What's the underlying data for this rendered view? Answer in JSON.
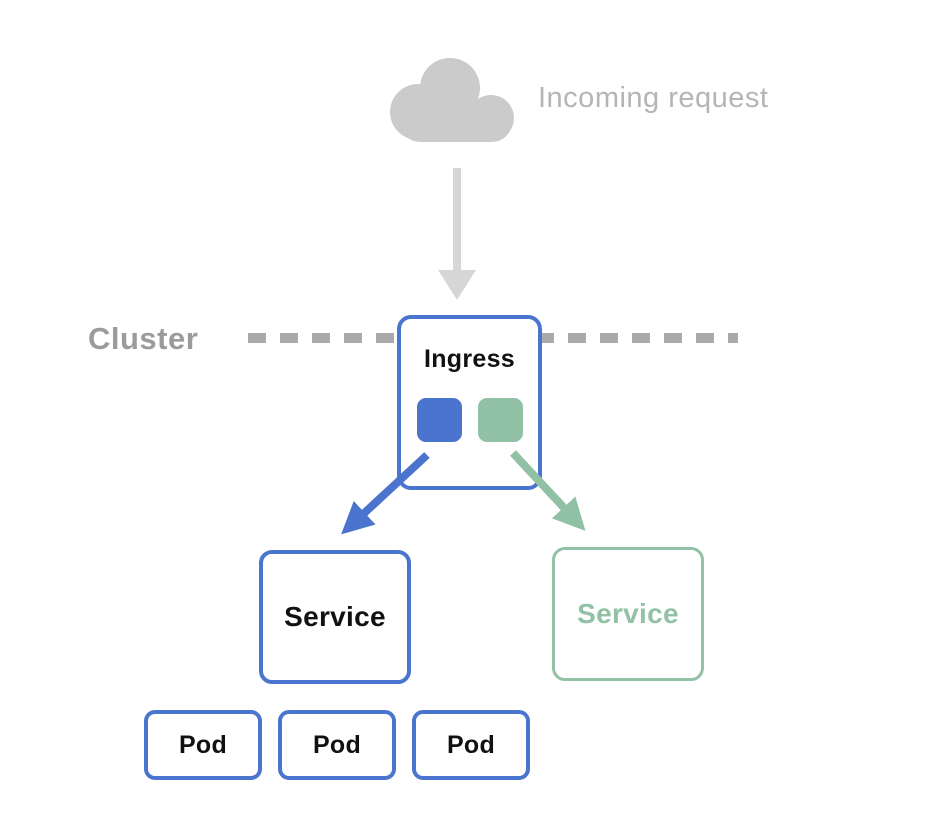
{
  "diagram": {
    "incoming_request_label": "Incoming request",
    "cluster_label": "Cluster",
    "ingress": {
      "label": "Ingress",
      "swatches": [
        "blue",
        "green"
      ]
    },
    "services": [
      {
        "label": "Service",
        "color": "#4a74cd",
        "text_color": "#111111"
      },
      {
        "label": "Service",
        "color": "#92c1a5",
        "text_color": "#92c1a5"
      }
    ],
    "pods": [
      {
        "label": "Pod"
      },
      {
        "label": "Pod"
      },
      {
        "label": "Pod"
      }
    ]
  },
  "colors": {
    "blue_accent": "#4a74cd",
    "green_accent": "#90c1a5",
    "cloud_gray": "#cbcbcb",
    "incoming_text_gray": "#b5b5b5",
    "down_arrow_gray": "#d6d6d6",
    "cluster_text_gray": "#9b9b9b",
    "dash_gray": "#a9a9a9",
    "node_text": "#111111",
    "background": "#ffffff"
  }
}
